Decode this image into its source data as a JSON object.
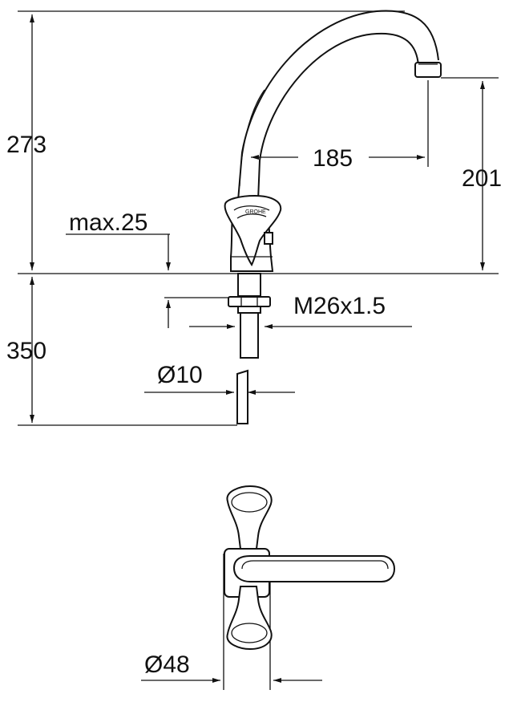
{
  "dimensions": {
    "total_height": "273",
    "spout_reach": "185",
    "spout_height": "201",
    "max_thickness": "max.25",
    "below_height": "350",
    "thread": "M26x1.5",
    "hose_diameter": "Ø10",
    "base_diameter": "Ø48"
  }
}
